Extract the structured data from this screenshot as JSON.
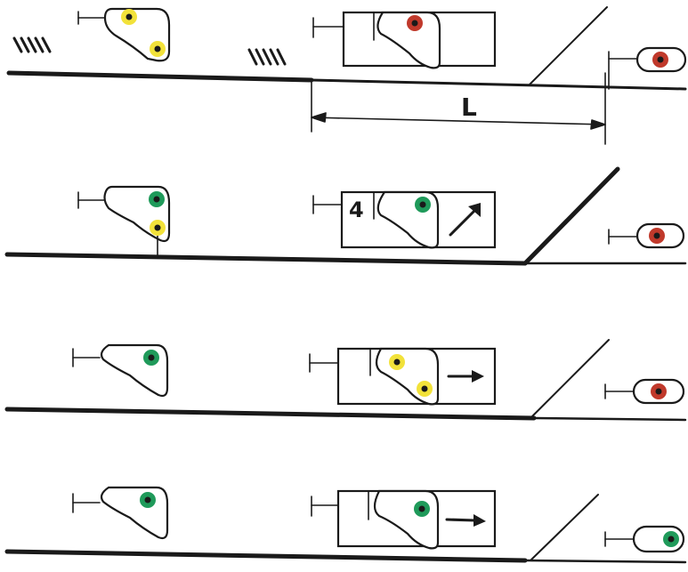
{
  "diagram": {
    "distance_label": "L",
    "route_indicator_digit": "4",
    "colors": {
      "yellow": "#f2e23a",
      "green": "#1f9a5a",
      "red": "#c0392b",
      "ink": "#1a1a1a"
    },
    "rows": [
      {
        "name": "row-1",
        "signals": [
          {
            "name": "distant-signal",
            "lamps": [
              "yellow",
              "yellow"
            ]
          },
          {
            "name": "main-signal",
            "lamps": [
              "red"
            ],
            "indicator": null
          },
          {
            "name": "shunting-signal",
            "lamps": [
              "red"
            ]
          }
        ],
        "distance_marker": true
      },
      {
        "name": "row-2",
        "signals": [
          {
            "name": "distant-signal",
            "lamps": [
              "green",
              "yellow"
            ]
          },
          {
            "name": "main-signal",
            "lamps": [
              "green"
            ],
            "indicator": "diagonal-arrow",
            "route_digit": "4"
          },
          {
            "name": "shunting-signal",
            "lamps": [
              "red"
            ]
          }
        ]
      },
      {
        "name": "row-3",
        "signals": [
          {
            "name": "distant-signal",
            "lamps": [
              "green"
            ]
          },
          {
            "name": "main-signal",
            "lamps": [
              "yellow",
              "yellow"
            ],
            "indicator": "straight-arrow"
          },
          {
            "name": "shunting-signal",
            "lamps": [
              "red"
            ]
          }
        ]
      },
      {
        "name": "row-4",
        "signals": [
          {
            "name": "distant-signal",
            "lamps": [
              "green"
            ]
          },
          {
            "name": "main-signal",
            "lamps": [
              "green"
            ],
            "indicator": "straight-arrow"
          },
          {
            "name": "shunting-signal",
            "lamps": [
              "green"
            ]
          }
        ]
      }
    ]
  }
}
